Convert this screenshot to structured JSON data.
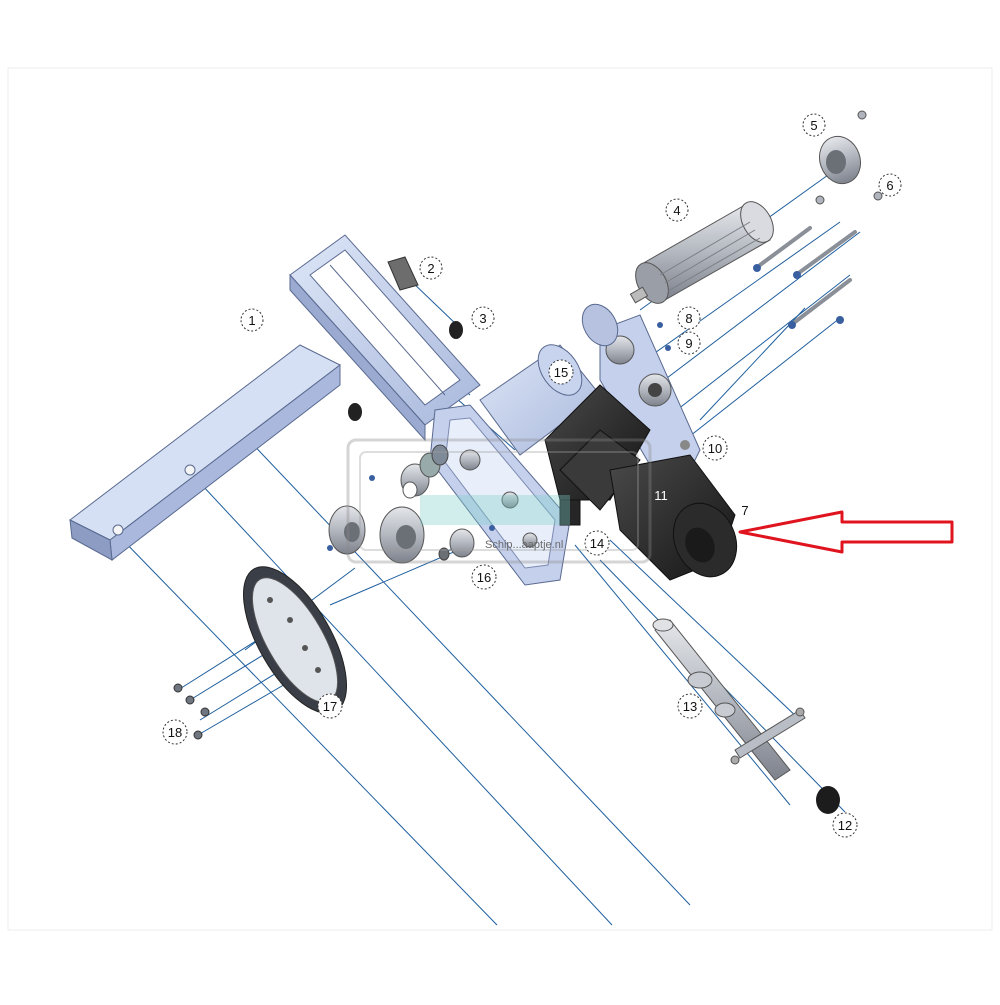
{
  "diagram": {
    "callouts": [
      "1",
      "2",
      "3",
      "4",
      "5",
      "6",
      "7",
      "8",
      "9",
      "10",
      "11",
      "12",
      "13",
      "14",
      "15",
      "16",
      "17",
      "18"
    ],
    "watermark": "Schip...aaptje.nl",
    "colors": {
      "leader_line": "#1f5f9e",
      "part_fill": "#c8d4ee",
      "part_stroke": "#5a6a90",
      "motor": "#2a2a2a",
      "metal": "#b8bcc4",
      "arrow": "#e0141e",
      "callout_border": "#333333"
    }
  }
}
